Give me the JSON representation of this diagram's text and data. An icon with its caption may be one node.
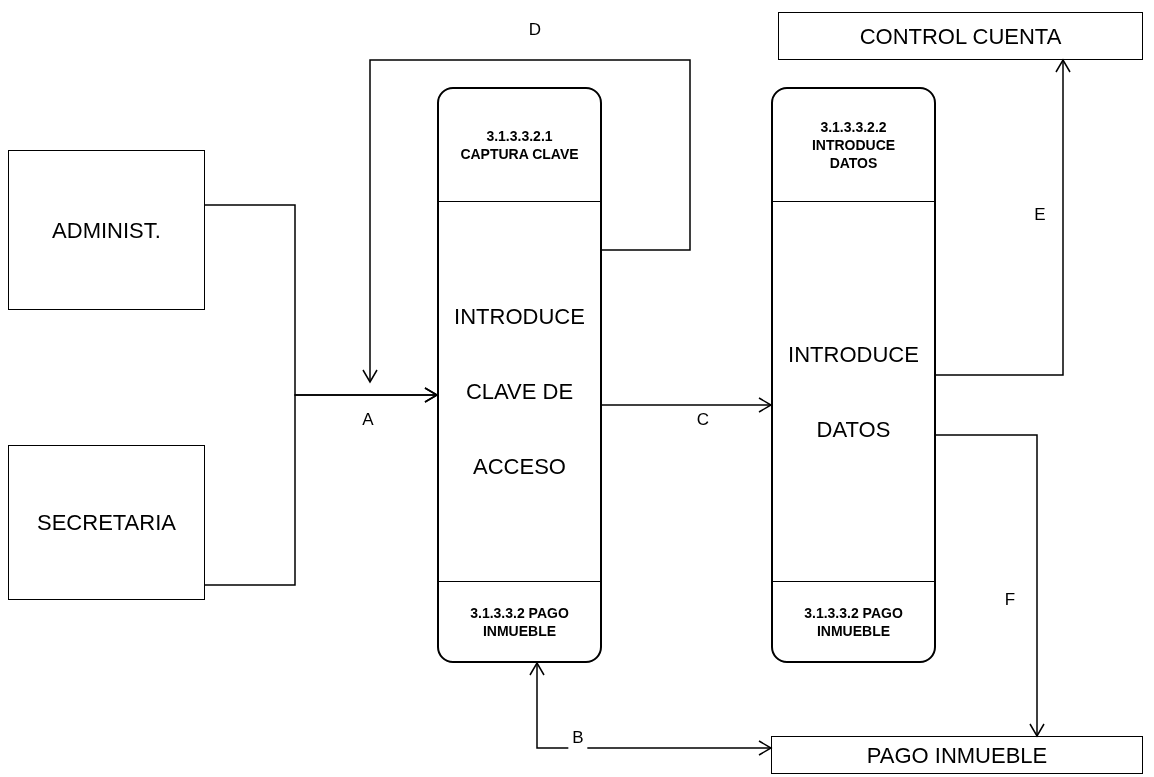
{
  "diagram": {
    "nodes": [
      {
        "text": [
          "ADMINIST."
        ]
      },
      {
        "text": [
          "SECRETARIA"
        ]
      },
      {
        "text": [
          "3.1.3.3.2.1 CAPTURA CLAVE",
          "INTRODUCE CLAVE DE ACCESO",
          "3.1.3.3.2 PAGO INMUEBLE"
        ]
      },
      {
        "text": [
          "3.1.3.3.2.2 INTRODUCE DATOS",
          "INTRODUCE DATOS",
          "3.1.3.3.2 PAGO INMUEBLE"
        ]
      },
      {
        "text": [
          "CONTROL CUENTA"
        ]
      },
      {
        "text": [
          "PAGO INMUEBLE"
        ]
      }
    ],
    "edges": [
      {
        "from": 0,
        "to": 2,
        "arrow": "to",
        "label": "A"
      },
      {
        "from": 1,
        "to": 2,
        "arrow": "to"
      },
      {
        "from": 2,
        "to": null,
        "arrow": "to",
        "label": "D"
      },
      {
        "from": 2,
        "to": 3,
        "arrow": "to",
        "label": "C"
      },
      {
        "from": 3,
        "to": 4,
        "arrow": "to",
        "label": "E"
      },
      {
        "from": 3,
        "to": 5,
        "arrow": "to",
        "label": "F"
      },
      {
        "from": 2,
        "to": 5,
        "arrow": "both",
        "label": "B"
      }
    ]
  }
}
